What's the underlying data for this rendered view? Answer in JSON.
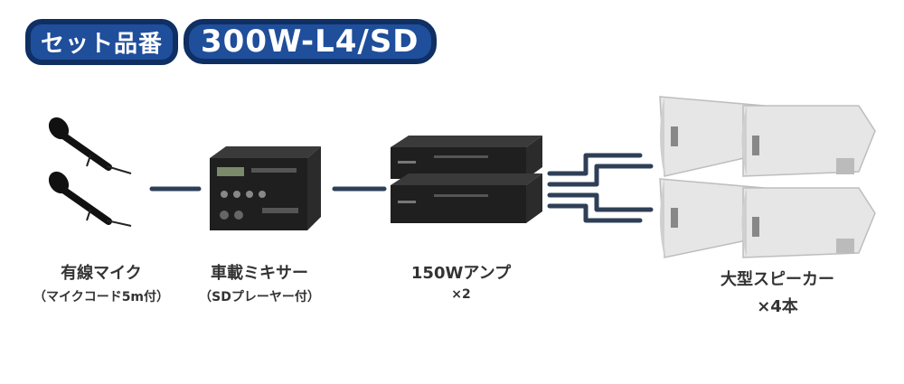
{
  "header": {
    "badge": "セット品番",
    "model": "300W-L4/SD"
  },
  "components": {
    "mic": {
      "name": "有線マイク",
      "note": "（マイクコード5m付）"
    },
    "mixer": {
      "name": "車載ミキサー",
      "note": "（SDプレーヤー付）"
    },
    "amp": {
      "name": "150Wアンプ",
      "qty": "×2"
    },
    "speaker": {
      "name": "大型スピーカー",
      "qty": "×4本"
    }
  },
  "colors": {
    "header_bg": "#1f4e9b",
    "connector": "#2e3f57",
    "device": "#222222",
    "speaker": "#e6e6e6"
  }
}
